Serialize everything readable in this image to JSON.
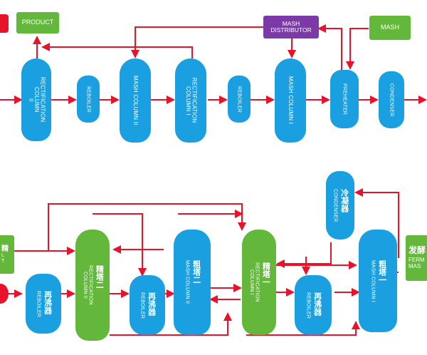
{
  "english": {
    "product": "PRODUCT",
    "mash_distributor": "MASH\nDISTRIBUTOR",
    "mash": "MASH",
    "rectification_ii": "RECTIFICATION\nCOLUMN\nII",
    "reboiler_1": "REBOILER",
    "mash_column_ii": "MASH COLUMN II",
    "rectification_i": "RECTIFICATION\nCOLUMN I",
    "reboiler_2": "REBOILER",
    "mash_column_i": "MASH COLUMN I",
    "preheater": "PREHEATER",
    "condenser": "CONDENSER"
  },
  "chinese": {
    "left_feed": "精",
    "left_feed_sub1": "L",
    "left_feed_sub2": "T",
    "rect_ii_cn": "精塔二",
    "rect_ii_en": "RECTIFICATION\nCOLUMN II",
    "reboiler_a_cn": "再沸器",
    "reboiler_a_en": "REBOILER",
    "reboiler_b_cn": "再沸器",
    "reboiler_b_en": "REBOILER",
    "mash_ii_cn": "粗塔二",
    "mash_ii_en": "MASH COLUMN II",
    "rect_i_cn": "精塔一",
    "rect_i_en": "RECTIFICATION\nCOLUMN I",
    "reboiler_c_cn": "再沸器",
    "reboiler_c_en": "REBOILER",
    "condenser_cn": "冷凝器",
    "condenser_en": "CONDENSER",
    "mash_i_cn": "粗塔一",
    "mash_i_en": "MASH COLUMN I",
    "right_feed_cn": "发酵",
    "right_feed_en1": "FERM",
    "right_feed_en2": "MAS"
  },
  "colors": {
    "column": "#1aa0e0",
    "green": "#63b83c",
    "purple": "#7b3aa8",
    "pipe": "#e6132a"
  }
}
